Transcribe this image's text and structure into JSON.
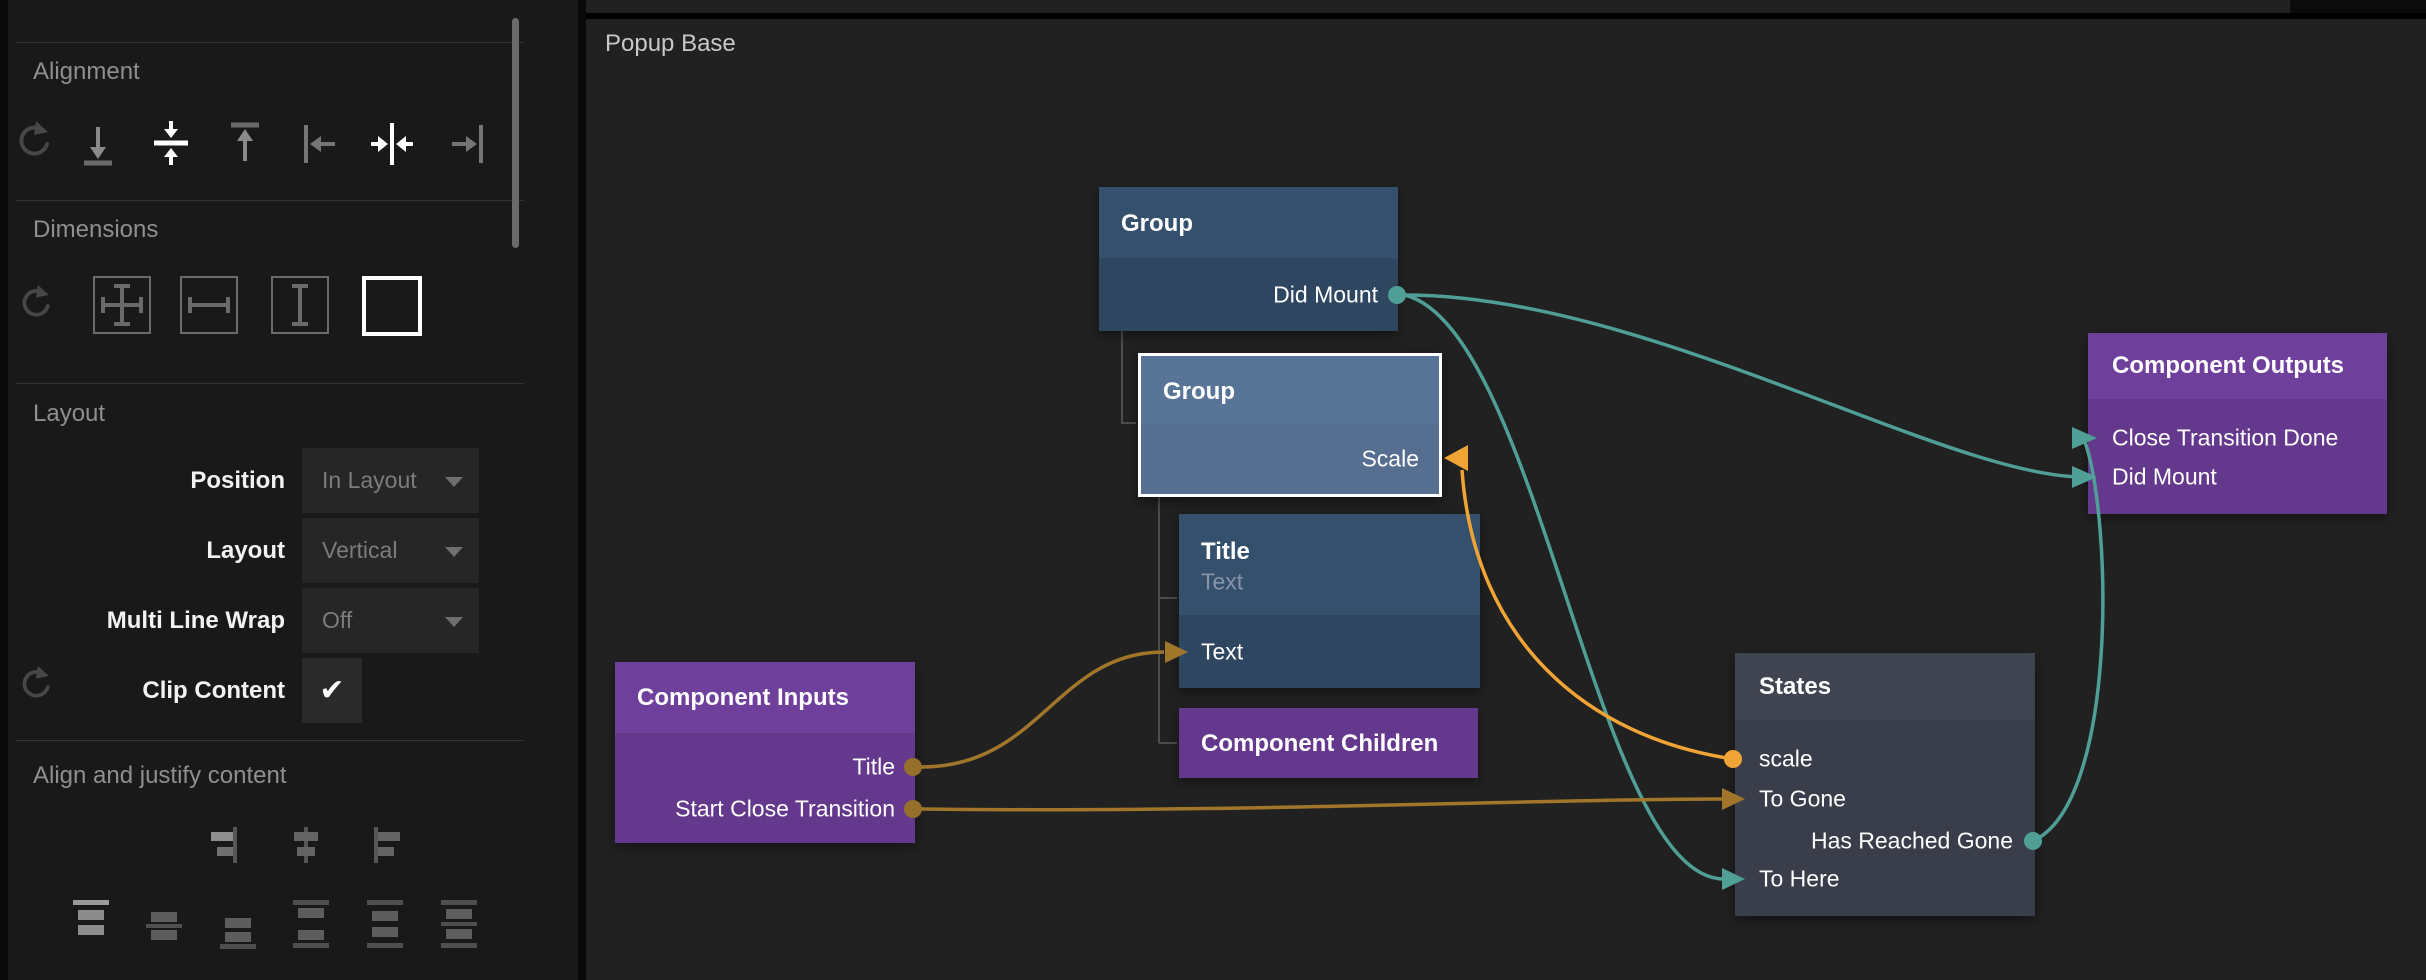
{
  "canvas": {
    "title": "Popup Base"
  },
  "sidebar": {
    "alignment": {
      "label": "Alignment"
    },
    "dimensions": {
      "label": "Dimensions"
    },
    "layout": {
      "label": "Layout",
      "rows": [
        {
          "label": "Position",
          "value": "In Layout"
        },
        {
          "label": "Layout",
          "value": "Vertical"
        },
        {
          "label": "Multi Line Wrap",
          "value": "Off"
        }
      ],
      "clip": {
        "label": "Clip Content",
        "check_icon": "✔"
      }
    },
    "align_justify": {
      "label": "Align and justify content"
    }
  },
  "nodes": {
    "group1": {
      "title": "Group",
      "ports": {
        "did_mount": "Did Mount"
      }
    },
    "group2": {
      "title": "Group",
      "ports": {
        "scale": "Scale"
      }
    },
    "title_node": {
      "title": "Title",
      "subtitle": "Text",
      "ports": {
        "text": "Text"
      }
    },
    "component_children": {
      "title": "Component Children"
    },
    "component_inputs": {
      "title": "Component Inputs",
      "ports": {
        "title": "Title",
        "start_close_transition": "Start Close Transition"
      }
    },
    "states": {
      "title": "States",
      "ports": {
        "scale": "scale",
        "to_gone": "To Gone",
        "has_reached_gone": "Has Reached Gone",
        "to_here": "To Here"
      }
    },
    "component_outputs": {
      "title": "Component Outputs",
      "ports": {
        "close_transition_done": "Close Transition Done",
        "did_mount": "Did Mount"
      }
    }
  },
  "colors": {
    "teal_connection": "#4f9f97",
    "orange_connection": "#f0a436",
    "gold_connection": "#a1762a",
    "gold_port": "#96702a",
    "node_blue_header": "#35506c",
    "node_blue_body": "#2e4660",
    "node_selected_header": "#587497",
    "node_selected_body": "#566f90",
    "node_purple_header": "#6f3f9c",
    "node_purple_body": "#64398d",
    "node_dark_header": "#404450",
    "node_dark_body": "#3a3e4a",
    "selection_border": "#ffffff"
  }
}
